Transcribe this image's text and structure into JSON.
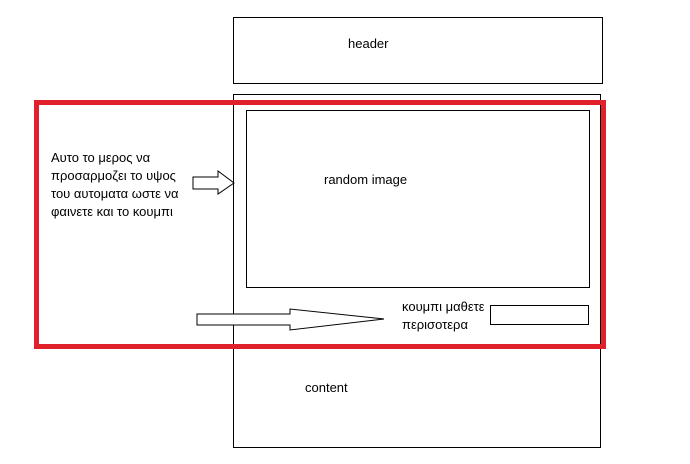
{
  "header": {
    "label": "header"
  },
  "image_area": {
    "label": "random image"
  },
  "learn_more": {
    "label": "κουμπι μαθετε περισοτερα"
  },
  "content": {
    "label": "content"
  },
  "annotation": {
    "text": "Αυτο το μερος να προσαρμοζει το υψος του αυτοματα ωστε να φαινετε και το κουμπι"
  },
  "colors": {
    "highlight": "#e0202a",
    "lines": "#000000"
  }
}
